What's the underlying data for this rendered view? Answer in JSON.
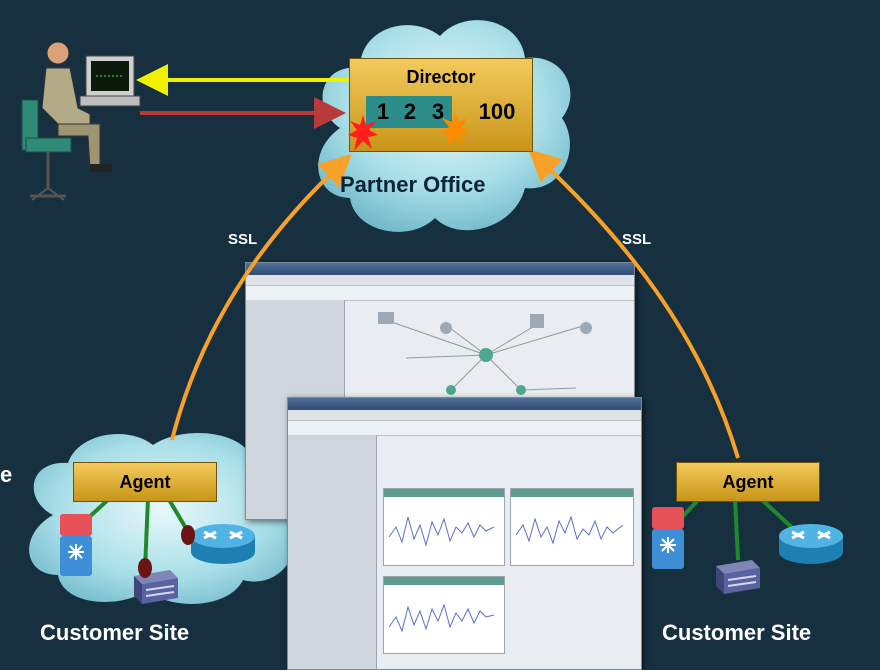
{
  "director": {
    "title": "Director",
    "numbers": [
      "1",
      "2",
      "3",
      "100"
    ]
  },
  "partner_office": "Partner Office",
  "ssl_left": "SSL",
  "ssl_right": "SSL",
  "agent_left": "Agent",
  "agent_right": "Agent",
  "customer_site_left": "Customer Site",
  "customer_site_right": "Customer Site",
  "edge_letter": "e",
  "colors": {
    "background": "#17303f",
    "ssl_arrow": "#f7a128",
    "to_user_arrow": "#f0f000",
    "from_user_arrow": "#b83a3a",
    "agent_link": "#1f8a2a"
  }
}
